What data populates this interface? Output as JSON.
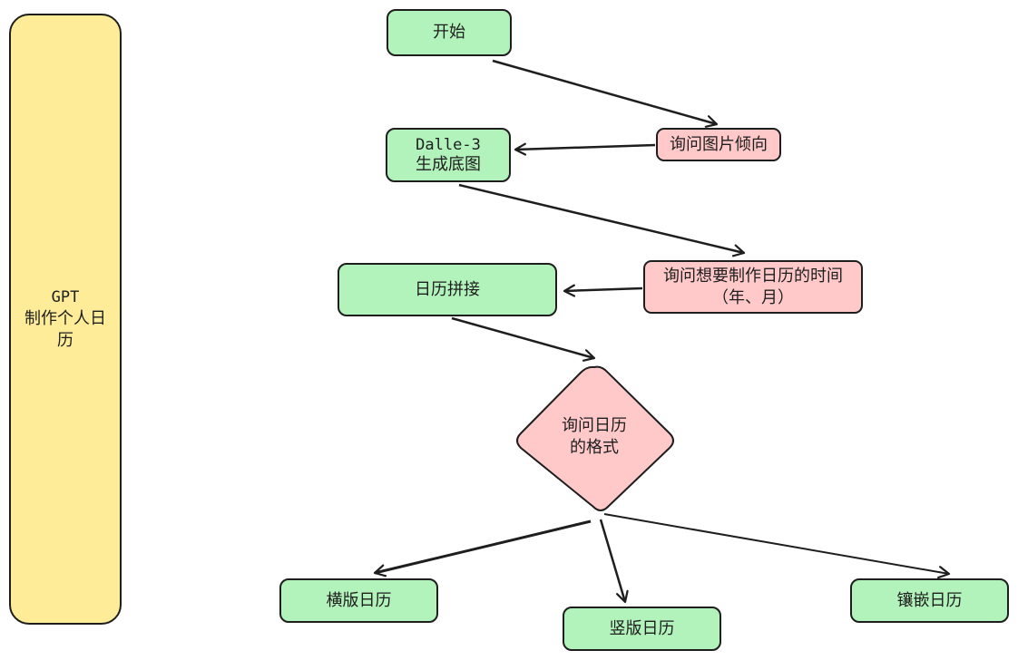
{
  "lane": {
    "line1": "GPT",
    "line2": "制作个人日",
    "line3": "历"
  },
  "nodes": {
    "start": "开始",
    "ask_image": "询问图片倾向",
    "dalle_line1": "Dalle-3",
    "dalle_line2": "生成底图",
    "ask_time_line1": "询问想要制作日历的时间",
    "ask_time_line2": "（年、月）",
    "stitch": "日历拼接",
    "ask_format_line1": "询问日历",
    "ask_format_line2": "的格式",
    "horizontal": "横版日历",
    "vertical": "竖版日历",
    "inlay": "镶嵌日历"
  },
  "colors": {
    "node_green": "#b2f2bb",
    "node_pink": "#ffc9c9",
    "lane_yellow": "#ffec99",
    "stroke": "#1e1e1e"
  }
}
